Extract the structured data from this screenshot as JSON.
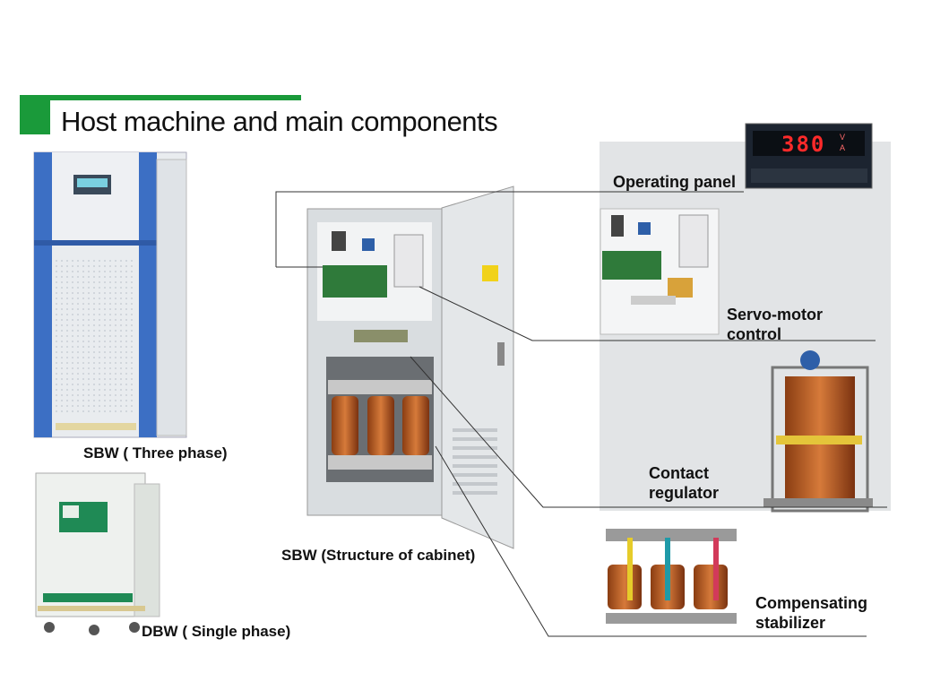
{
  "title": "Host machine and main components",
  "captions": {
    "three_phase": "SBW ( Three phase)",
    "structure": "SBW (Structure of cabinet)",
    "single_phase": "DBW ( Single phase)"
  },
  "components": {
    "operating_panel": "Operating panel",
    "servo_line1": "Servo-motor",
    "servo_line2": "control",
    "contact_line1": "Contact",
    "contact_line2": "regulator",
    "comp_line1": "Compensating",
    "comp_line2": "stabilizer"
  },
  "display": {
    "reading": "380",
    "unit_v": "V",
    "unit_a": "A"
  },
  "colors": {
    "accent_green": "#1a9a3a",
    "cabinet_blue": "#3c6fc4",
    "panel_bg": "#e2e4e6",
    "display_red": "#ff2a2a"
  }
}
